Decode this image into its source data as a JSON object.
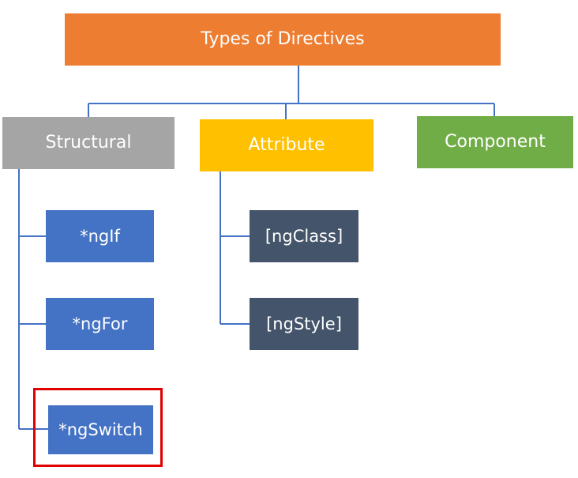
{
  "diagram": {
    "root": {
      "label": "Types of Directives"
    },
    "categories": [
      {
        "label": "Structural"
      },
      {
        "label": "Attribute"
      },
      {
        "label": "Component"
      }
    ],
    "structural_children": [
      {
        "label": "*ngIf"
      },
      {
        "label": "*ngFor"
      },
      {
        "label": "*ngSwitch"
      }
    ],
    "attribute_children": [
      {
        "label": "[ngClass]"
      },
      {
        "label": "[ngStyle]"
      }
    ],
    "highlighted_item": "*ngSwitch"
  },
  "colors": {
    "root": "#ED7D31",
    "structural": "#A5A5A5",
    "attribute": "#FFC000",
    "component": "#70AD47",
    "structural_child": "#4472C4",
    "attribute_child": "#44546A",
    "connector": "#4472C4",
    "highlight": "#E00000"
  }
}
